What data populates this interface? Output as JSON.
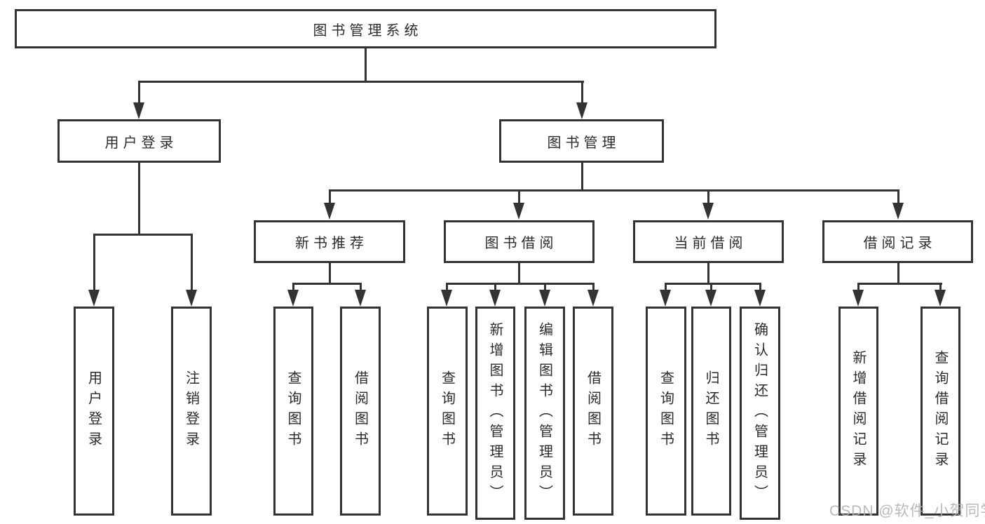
{
  "diagram_title": "图书管理系统",
  "tree": {
    "label": "图书管理系统",
    "children": [
      {
        "label": "用户登录",
        "children": [
          {
            "label": "用户登录"
          },
          {
            "label": "注销登录"
          }
        ]
      },
      {
        "label": "图书管理",
        "children": [
          {
            "label": "新书推荐",
            "children": [
              {
                "label": "查询图书"
              },
              {
                "label": "借阅图书"
              }
            ]
          },
          {
            "label": "图书借阅",
            "children": [
              {
                "label": "查询图书"
              },
              {
                "label": "新增图书（管理员）"
              },
              {
                "label": "编辑图书（管理员）"
              },
              {
                "label": "借阅图书"
              }
            ]
          },
          {
            "label": "当前借阅",
            "children": [
              {
                "label": "查询图书"
              },
              {
                "label": "归还图书"
              },
              {
                "label": "确认归还（管理员）"
              }
            ]
          },
          {
            "label": "借阅记录",
            "children": [
              {
                "label": "新增借阅记录"
              },
              {
                "label": "查询借阅记录"
              }
            ]
          }
        ]
      }
    ]
  },
  "watermark": {
    "text": "CSDN @软件_小贺同学"
  },
  "colors": {
    "line": "#333333",
    "text": "#2b2b2b",
    "watermark": "#b0b0b0",
    "background": "#ffffff"
  }
}
